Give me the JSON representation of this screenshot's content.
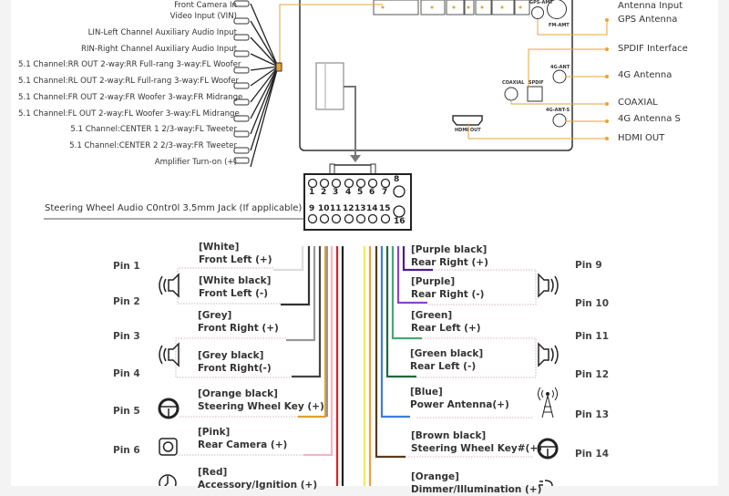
{
  "left_inputs": [
    "Front Camera In",
    "Video Input  (VIN)",
    "LIN-Left Channel Auxiliary Audio Input",
    "RIN-Right Channel Auxiliary Audio Input",
    "5.1 Channel:RR OUT 2-way:RR Full-rang 3-way:FL Woofer",
    "5.1 Channel:RL OUT 2-way:RL Full-rang 3-way:FL Woofer",
    "5.1 Channel:FR OUT 2-way:FR Woofer 3-way:FR Midrange",
    "5.1 Channel:FL OUT 2-way:FL Woofer 3-way:FL Midrange",
    "5.1 Channel:CENTER 1 2/3-way:FL Tweeter",
    "5.1 Channel:CENTER 2 2/3-way:FR Tweeter",
    "Amplifier Turn-on (+)"
  ],
  "right_outputs": [
    "Antenna Input",
    "GPS Antenna",
    "SPDIF Interface",
    "4G Antenna",
    "COAXIAL",
    "4G Antenna S",
    "HDMI OUT"
  ],
  "unit_labels": {
    "gps": "GPS-AMT",
    "fm": "FM-AMT",
    "ant4g": "4G-ANT",
    "coaxial": "COAXIAL",
    "spdif": "SPDIF",
    "ant4gs": "4G-ANT-S",
    "hdmi": "HDMI OUT"
  },
  "connector_top": [
    "1",
    "2",
    "3",
    "4",
    "5",
    "6",
    "7",
    "8"
  ],
  "connector_bottom": [
    "9",
    "10",
    "11",
    "12",
    "13",
    "14",
    "15",
    "16"
  ],
  "jack_label": "Steering Wheel Audio C0ntr0l 3.5mm Jack (If applicable)",
  "left_pins": [
    {
      "pin": "Pin 1",
      "color": "[White]",
      "func": "Front Left (+)",
      "icon": "speaker-icon"
    },
    {
      "pin": "Pin 2",
      "color": "[White black]",
      "func": "Front Left (-)"
    },
    {
      "pin": "Pin 3",
      "color": "[Grey]",
      "func": "Front Right (+)",
      "icon": "speaker-icon"
    },
    {
      "pin": "Pin 4",
      "color": "[Grey black]",
      "func": "Front Right(-)"
    },
    {
      "pin": "Pin 5",
      "color": "[Orange black]",
      "func": "Steering Wheel Key (+)",
      "icon": "steering-wheel-icon"
    },
    {
      "pin": "Pin 6",
      "color": "[Pink]",
      "func": "Rear Camera (+)",
      "icon": "camera-icon"
    },
    {
      "color": "[Red]",
      "func": "Accessory/Ignition (+)",
      "icon": "ignition-key-icon"
    }
  ],
  "right_pins": [
    {
      "pin": "Pin 9",
      "color": "[Purple black]",
      "func": "Rear Right (+)",
      "icon": "speaker-icon"
    },
    {
      "pin": "Pin 10",
      "color": "[Purple]",
      "func": "Rear Right (-)"
    },
    {
      "pin": "Pin 11",
      "color": "[Green]",
      "func": "Rear Left (+)",
      "icon": "speaker-icon"
    },
    {
      "pin": "Pin 12",
      "color": "[Green black]",
      "func": "Rear Left (-)"
    },
    {
      "pin": "Pin 13",
      "color": "[Blue]",
      "func": "Power Antenna(+)",
      "icon": "antenna-tower-icon"
    },
    {
      "pin": "Pin 14",
      "color": "[Brown black]",
      "func": "Steering Wheel Key#(+)",
      "icon": "steering-wheel-icon"
    },
    {
      "color": "[Orange]",
      "func": "Dimmer/Illumination (+)",
      "icon": "light-icon"
    }
  ],
  "colors": {
    "accent": "#e8a33a",
    "unit_outline": "#333333"
  }
}
